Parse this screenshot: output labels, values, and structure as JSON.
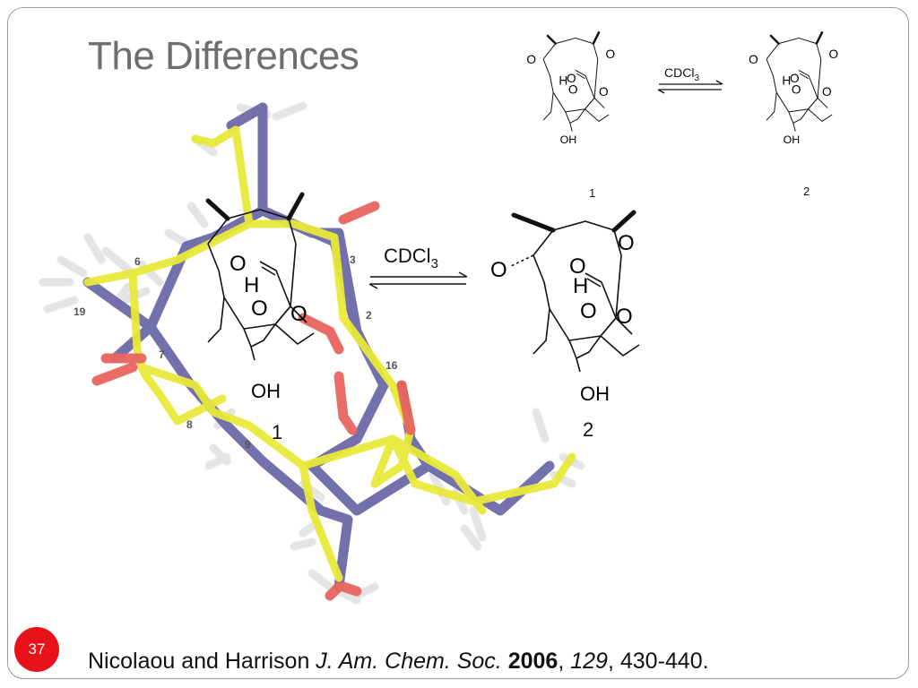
{
  "slide": {
    "title": "The Differences",
    "page_number": "37"
  },
  "model": {
    "atom_labels": [
      "6",
      "19",
      "7",
      "8",
      "9",
      "3",
      "2",
      "16"
    ]
  },
  "scheme_small": {
    "reagent": "CDCl",
    "reagent_sub": "3",
    "label_1": "1",
    "label_2": "2",
    "o_label": "O",
    "h_label": "H",
    "oh_label": "OH"
  },
  "scheme_large": {
    "reagent": "CDCl",
    "reagent_sub": "3",
    "label_1": "1",
    "label_2": "2",
    "o_label": "O",
    "h_label": "H",
    "oh_label": "OH"
  },
  "citation": {
    "authors": "Nicolaou and Harrison ",
    "journal": "J. Am. Chem. Soc.",
    "year": "2006",
    "sep1": ", ",
    "volume": "129",
    "pages": ", 430-440."
  },
  "colors": {
    "yellow_model": "#e9e93a",
    "blue_model": "#6b6aa8",
    "oxygen_red": "#e8655e",
    "hydrogen_white": "#e6e6e6",
    "badge_red": "#e8121a",
    "title_gray": "#6e6e6e"
  }
}
